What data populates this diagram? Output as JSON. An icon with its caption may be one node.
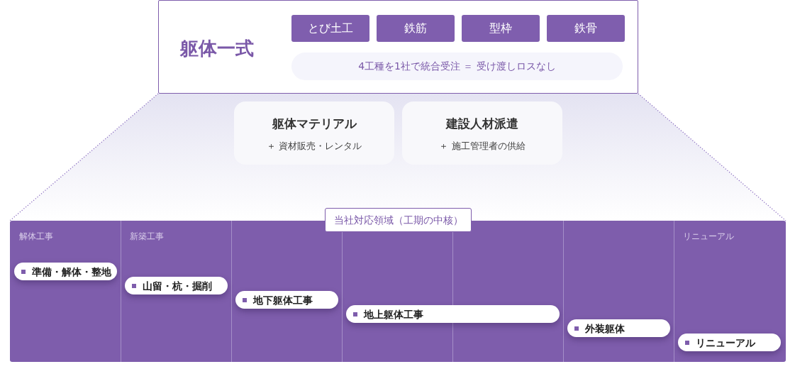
{
  "diagram": {
    "nodes": [
      {
        "text": [
          "躯体一式"
        ]
      },
      {
        "text": [
          "とび土工"
        ],
        "in": 0
      },
      {
        "text": [
          "鉄筋"
        ],
        "in": 0
      },
      {
        "text": [
          "型枠"
        ],
        "in": 0
      },
      {
        "text": [
          "鉄骨"
        ],
        "in": 0
      },
      {
        "text": [
          "4工種を1社で統合受注 ＝ 受け渡しロスなし"
        ],
        "in": 0
      },
      {
        "text": [
          "躯体マテリアル",
          "＋ 資材販売・レンタル"
        ]
      },
      {
        "text": [
          "建設人材派遣",
          "＋ 施工管理者の供給"
        ]
      },
      {
        "text": [
          "当社対応領域（工期の中核）"
        ]
      },
      {
        "text": [
          "解体工事",
          "新築工事",
          "リニューアル"
        ]
      },
      {
        "text": [
          "準備・解体・整地"
        ],
        "in": 9
      },
      {
        "text": [
          "山留・杭・掘削"
        ],
        "in": 9
      },
      {
        "text": [
          "地下躯体工事"
        ],
        "in": 9
      },
      {
        "text": [
          "地上躯体工事"
        ],
        "in": 9
      },
      {
        "text": [
          "外装躯体"
        ],
        "in": 9
      },
      {
        "text": [
          "リニューアル"
        ],
        "in": 9
      }
    ],
    "edges": [
      {
        "from": 0,
        "to": 9,
        "arrow": "none",
        "style": "dashed"
      },
      {
        "from": 0,
        "to": 9,
        "arrow": "none",
        "style": "dashed"
      }
    ]
  }
}
